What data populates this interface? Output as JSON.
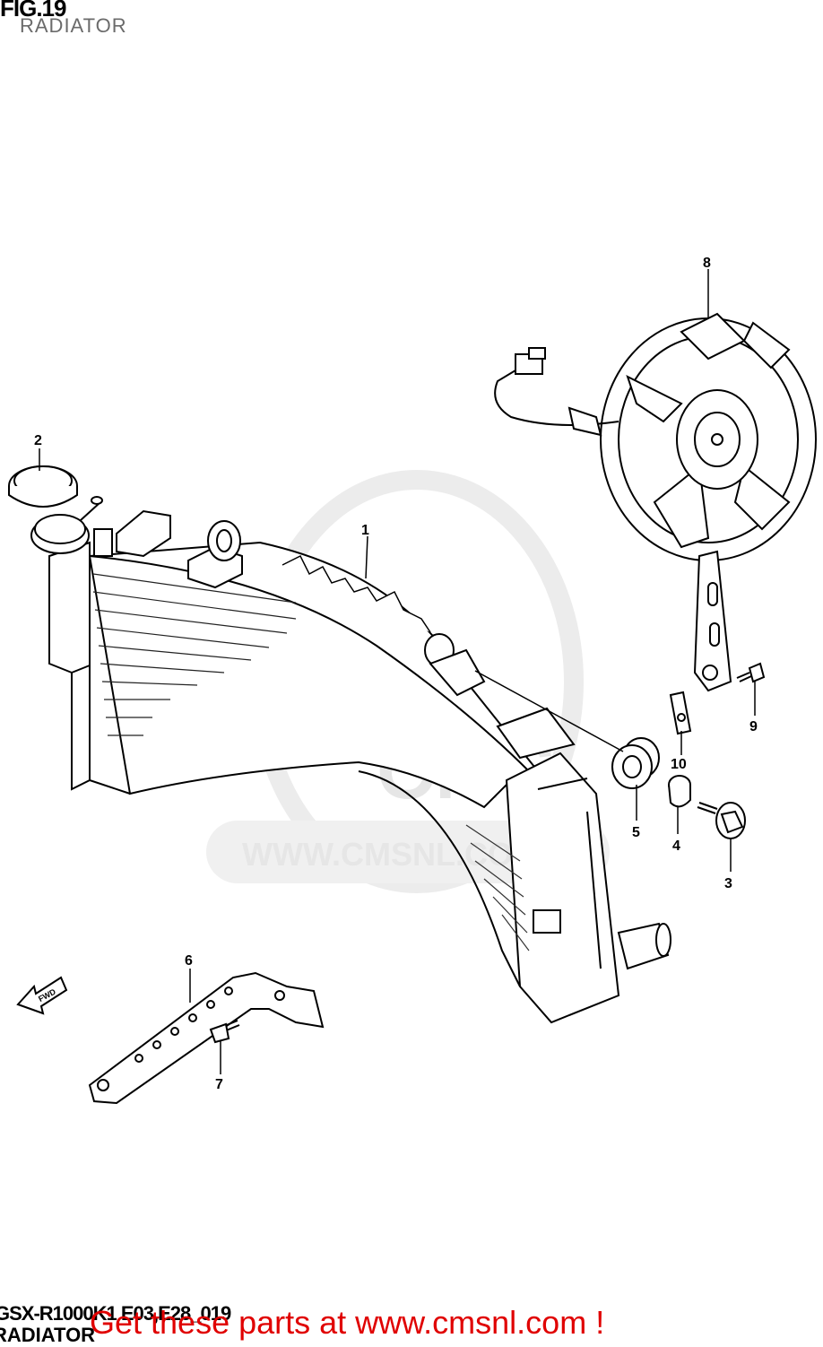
{
  "figure": {
    "title": "FIG.19",
    "subtitle": "RADIATOR"
  },
  "watermark": {
    "logo_text": "CMS",
    "url_text": "WWW.CMSNL.COM"
  },
  "callouts": [
    "1",
    "2",
    "3",
    "4",
    "5",
    "6",
    "7",
    "8",
    "9",
    "10"
  ],
  "fwd_label": "FWD",
  "footer": {
    "model_code": "GSX-R1000K1 E03,E28_019",
    "section_name": "RADIATOR",
    "promo": "Get these parts at www.cmsnl.com !",
    "promo_color": "#e00000"
  }
}
